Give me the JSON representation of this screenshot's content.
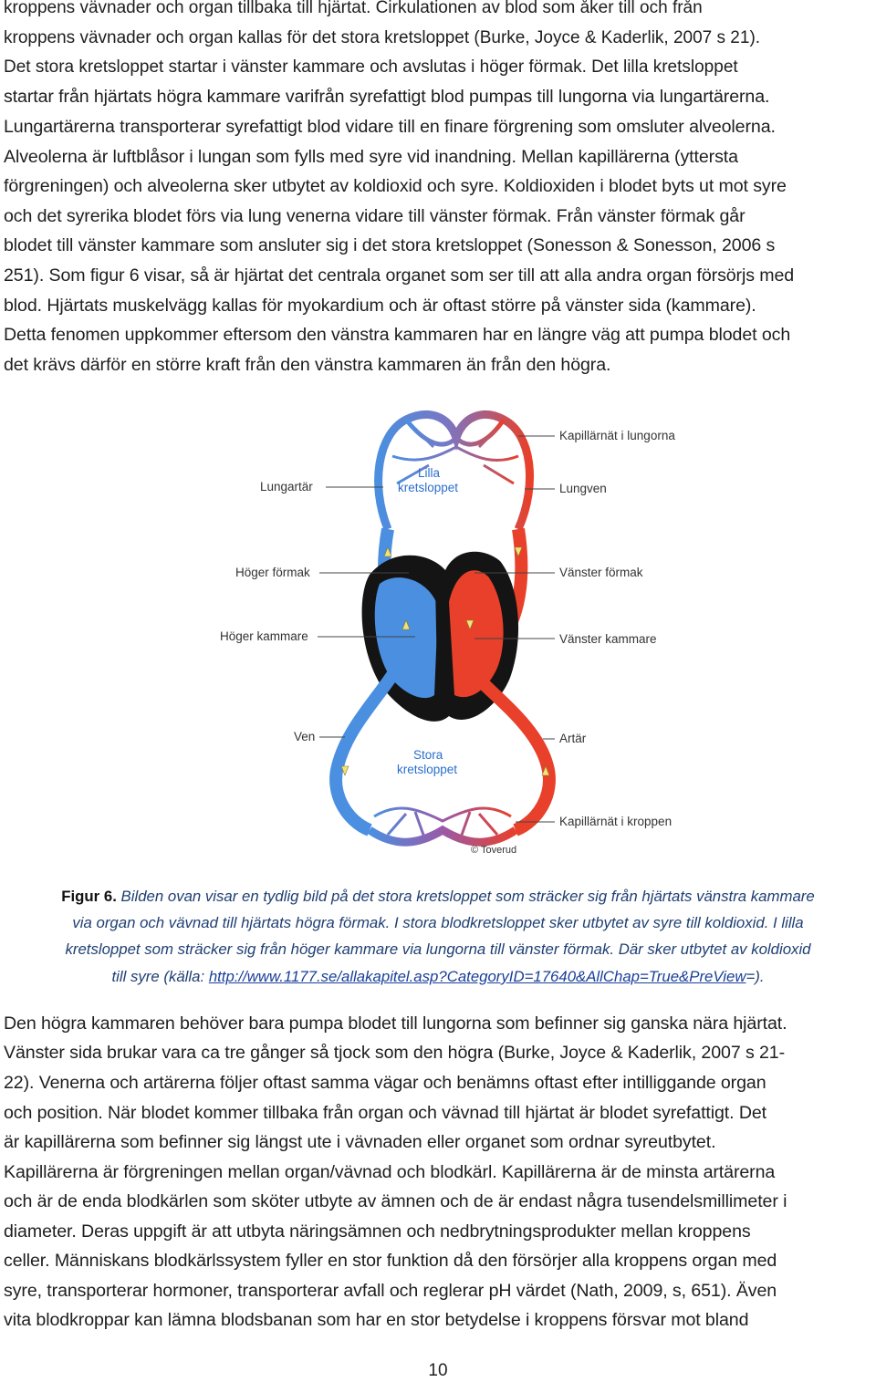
{
  "intro_lines": [
    "kroppens vävnader och organ tillbaka till hjärtat. Cirkulationen av blod som åker till och från",
    "kroppens vävnader och organ kallas för det stora kretsloppet (Burke, Joyce & Kaderlik, 2007 s 21).",
    "Det stora kretsloppet startar i vänster kammare och avslutas i höger förmak. Det lilla kretsloppet",
    "startar från hjärtats högra kammare varifrån syrefattigt blod pumpas till lungorna via lungartärerna.",
    "Lungartärerna transporterar syrefattigt blod vidare till en finare förgrening som omsluter alveolerna.",
    "Alveolerna är luftblåsor i lungan som fylls med syre vid inandning. Mellan kapillärerna (yttersta",
    "förgreningen) och alveolerna sker utbytet av koldioxid och syre. Koldioxiden i blodet byts ut mot syre",
    "och det syrerika blodet förs via lung venerna vidare till vänster förmak. Från vänster förmak går",
    "blodet till vänster kammare som ansluter sig i det stora kretsloppet (Sonesson & Sonesson, 2006 s",
    "251). Som figur 6 visar, så är hjärtat det centrala organet som ser till att alla andra organ försörjs med",
    "blod. Hjärtats muskelvägg kallas för myokardium och är oftast större på vänster sida (kammare).",
    "Detta fenomen uppkommer eftersom den vänstra kammaren har en längre väg att pumpa blodet och",
    "det krävs därför en större kraft från den vänstra kammaren än från den högra."
  ],
  "figure": {
    "labels": {
      "kapillarnat_lungorna": "Kapillärnät i lungorna",
      "lilla_kretsloppet_1": "Lilla",
      "lilla_kretsloppet_2": "kretsloppet",
      "lungartar": "Lungartär",
      "lungven": "Lungven",
      "hoger_formak": "Höger förmak",
      "vanster_formak": "Vänster förmak",
      "hoger_kammare": "Höger kammare",
      "vanster_kammare": "Vänster kammare",
      "ven": "Ven",
      "artar": "Artär",
      "stora_kretsloppet_1": "Stora",
      "stora_kretsloppet_2": "kretsloppet",
      "kapillarnat_kroppen": "Kapillärnät i kroppen",
      "copyright": "© Toverud"
    },
    "colors": {
      "oxygen_rich": "#e8402a",
      "oxygen_poor": "#4a8fe0",
      "heart_wall": "#141414",
      "arrow": "#f2e27a"
    }
  },
  "caption": {
    "label": "Figur 6.",
    "line1_text": "Bilden ovan visar en tydlig bild på det stora kretsloppet som sträcker sig från hjärtats vänstra kammare",
    "line2": "via organ och vävnad till hjärtats högra förmak. I stora blodkretsloppet sker utbytet av syre till koldioxid. I lilla",
    "line3": "kretsloppet som sträcker sig från höger kammare via lungorna till vänster förmak. Där sker utbytet av koldioxid",
    "line4_before": "till syre (källa: ",
    "link": "http://www.1177.se/allakapitel.asp?CategoryID=17640&AllChap=True&PreView",
    "line4_after": "=)."
  },
  "body_lines": [
    "Den högra kammaren behöver bara pumpa blodet till lungorna som befinner sig ganska nära hjärtat.",
    "Vänster sida brukar vara ca tre gånger så tjock som den högra (Burke, Joyce & Kaderlik, 2007 s 21-",
    "22). Venerna och artärerna följer oftast samma vägar och benämns oftast efter intilliggande organ",
    "och position. När blodet kommer tillbaka från organ och vävnad till hjärtat är blodet syrefattigt. Det",
    "är kapillärerna som befinner sig längst ute i vävnaden eller organet som ordnar syreutbytet.",
    "Kapillärerna är förgreningen mellan organ/vävnad och blodkärl. Kapillärerna är de minsta artärerna",
    "och är de enda blodkärlen som sköter utbyte av ämnen och de är endast några tusendelsmillimeter i",
    "diameter. Deras uppgift är att utbyta näringsämnen och nedbrytningsprodukter mellan kroppens",
    "celler. Människans blodkärlssystem fyller en stor funktion då den försörjer alla kroppens organ med",
    "syre, transporterar hormoner, transporterar avfall och reglerar pH värdet (Nath, 2009, s, 651). Även",
    "vita blodkroppar kan lämna blodsbanan som har en stor betydelse i kroppens försvar mot bland"
  ],
  "page_number": "10"
}
